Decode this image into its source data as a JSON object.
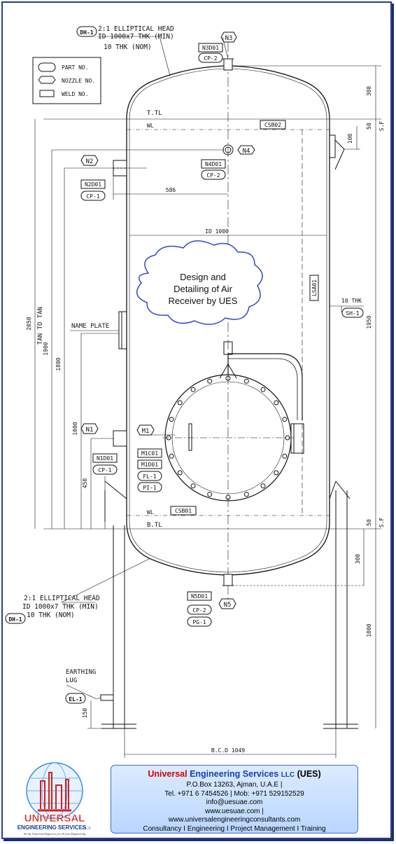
{
  "title_cloud": {
    "line1": "Design and",
    "line2": "Detailing of Air",
    "line3": "Receiver by UES"
  },
  "legend": {
    "part": "PART NO.",
    "nozzle": "NOZZLE NO.",
    "weld": "WELD NO."
  },
  "heads": {
    "top_tag": "DH-1",
    "top_l1": "2:1 ELLIPTICAL HEAD",
    "top_l2": "ID 1000x7 THK (MIN)",
    "top_l3": "10 THK (NOM)",
    "bot_tag": "DH-1",
    "bot_l1": "2:1 ELLIPTICAL HEAD",
    "bot_l2": "ID 1000x7 THK (MIN)",
    "bot_l3": "10 THK (NOM)"
  },
  "nozzles": {
    "n3": "N3",
    "n3_weld": "N3D01",
    "n3_part": "CP-2",
    "n4": "N4",
    "n4_weld": "N4D01",
    "n4_part": "CP-2",
    "n2": "N2",
    "n2_weld": "N2D01",
    "n2_part": "CP-1",
    "n1": "N1",
    "n1_weld": "N1D01",
    "n1_part": "CP-1",
    "m1": "M1",
    "m1_weld1": "M1C01",
    "m1_weld2": "M1D01",
    "m1_part1": "FL-1",
    "m1_part2": "PI-1",
    "n5": "N5",
    "n5_weld": "N5D01",
    "n5_part1": "CP-2",
    "n5_part2": "PG-1"
  },
  "labels": {
    "ttl": "T.TL",
    "btl": "B.TL",
    "wl_top": "WL",
    "wl_bot": "WL",
    "csb02": "CSB02",
    "csb01": "CSB01",
    "lsa01": "LSA01",
    "name_plate": "NAME PLATE",
    "sh_thk": "10 THK",
    "sh_tag": "SH-1",
    "earthing_l1": "EARTHING",
    "earthing_l2": "LUG",
    "el_tag": "EL-1",
    "id": "ID 1000",
    "bcd": "B.C.D 1049",
    "sf_top": "S.F",
    "sf_bot": "S.F"
  },
  "dims": {
    "d586": "586",
    "d308_top": "308",
    "d50_top": "50",
    "d100": "100",
    "d1950": "1950",
    "d50_bot": "50",
    "d308_bot": "308",
    "d1000_leg": "1000",
    "d2050": "2050",
    "tan_to_tan": "TAN TO TAN",
    "d1900": "1900",
    "d1800": "1800",
    "d1000": "1000",
    "d450": "450",
    "d150": "150"
  },
  "company": {
    "name_red": "Universal",
    "name_blue": "Engineering Services",
    "llc": "LLC",
    "abbr": "(UES)",
    "address": "P.O.Box 13263, Ajman, U.A.E |",
    "phone": "Tel. +971 6 7454526 | Mob: +971 529152529",
    "email": "info@uesuae.com",
    "web1": "www.uesuae.com",
    "web2": "www.universalengineeringconsultants.com",
    "services": "Consultancy I Engineering I Project Management I Training",
    "logo_l1": "UNIVERSAL",
    "logo_l2": "ENGINEERING SERVICES",
    "logo_llc": "L.L.C",
    "logo_tagline": "We the Universal Engineers for all your Engineering"
  }
}
